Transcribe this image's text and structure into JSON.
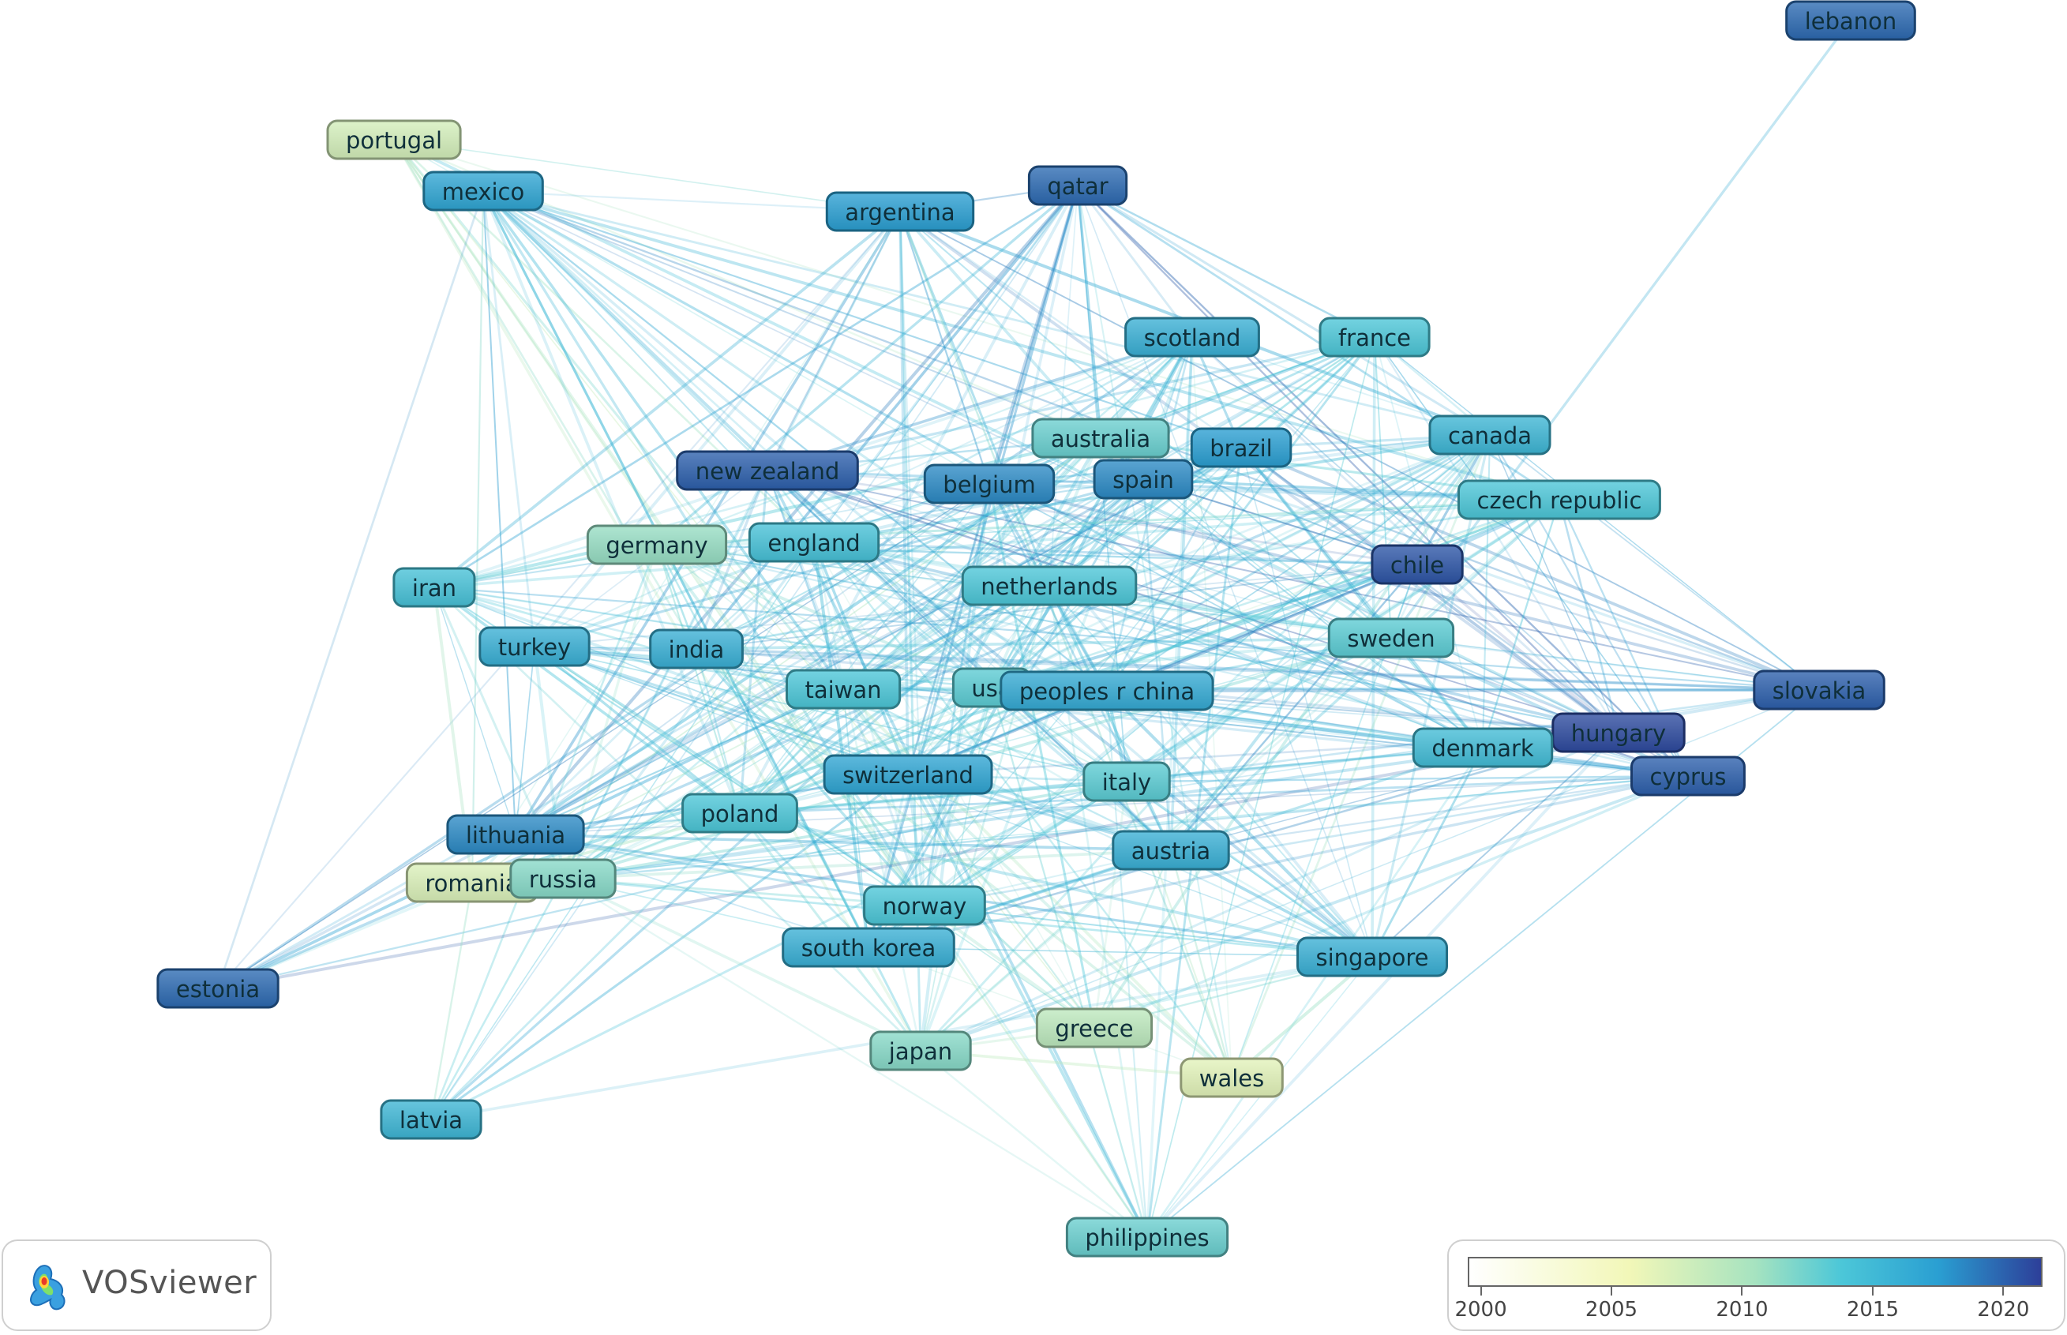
{
  "nodes": [
    {
      "id": "lebanon",
      "label": "lebanon",
      "year": 2019.5
    },
    {
      "id": "portugal",
      "label": "portugal",
      "year": 2007.5
    },
    {
      "id": "mexico",
      "label": "mexico",
      "year": 2016.5
    },
    {
      "id": "argentina",
      "label": "argentina",
      "year": 2017.0
    },
    {
      "id": "qatar",
      "label": "qatar",
      "year": 2019.5
    },
    {
      "id": "scotland",
      "label": "scotland",
      "year": 2015.5
    },
    {
      "id": "france",
      "label": "france",
      "year": 2013.5
    },
    {
      "id": "australia",
      "label": "australia",
      "year": 2012.5
    },
    {
      "id": "brazil",
      "label": "brazil",
      "year": 2017.0
    },
    {
      "id": "canada",
      "label": "canada",
      "year": 2015.0
    },
    {
      "id": "new-zealand",
      "label": "new zealand",
      "year": 2020.0
    },
    {
      "id": "belgium",
      "label": "belgium",
      "year": 2018.0
    },
    {
      "id": "spain",
      "label": "spain",
      "year": 2018.0
    },
    {
      "id": "czech-republic",
      "label": "czech republic",
      "year": 2013.5
    },
    {
      "id": "germany",
      "label": "germany",
      "year": 2011.0
    },
    {
      "id": "england",
      "label": "england",
      "year": 2014.0
    },
    {
      "id": "iran",
      "label": "iran",
      "year": 2014.0
    },
    {
      "id": "netherlands",
      "label": "netherlands",
      "year": 2013.5
    },
    {
      "id": "chile",
      "label": "chile",
      "year": 2020.5
    },
    {
      "id": "turkey",
      "label": "turkey",
      "year": 2015.5
    },
    {
      "id": "india",
      "label": "india",
      "year": 2015.5
    },
    {
      "id": "sweden",
      "label": "sweden",
      "year": 2013.0
    },
    {
      "id": "taiwan",
      "label": "taiwan",
      "year": 2013.5
    },
    {
      "id": "usa",
      "label": "usa",
      "year": 2013.0
    },
    {
      "id": "peoples-r-china",
      "label": "peoples r china",
      "year": 2016.0
    },
    {
      "id": "slovakia",
      "label": "slovakia",
      "year": 2020.0
    },
    {
      "id": "hungary",
      "label": "hungary",
      "year": 2021.0
    },
    {
      "id": "denmark",
      "label": "denmark",
      "year": 2014.5
    },
    {
      "id": "switzerland",
      "label": "switzerland",
      "year": 2016.5
    },
    {
      "id": "italy",
      "label": "italy",
      "year": 2013.0
    },
    {
      "id": "cyprus",
      "label": "cyprus",
      "year": 2020.0
    },
    {
      "id": "poland",
      "label": "poland",
      "year": 2013.5
    },
    {
      "id": "lithuania",
      "label": "lithuania",
      "year": 2018.0
    },
    {
      "id": "austria",
      "label": "austria",
      "year": 2015.5
    },
    {
      "id": "romania",
      "label": "romania",
      "year": 2007.0
    },
    {
      "id": "russia",
      "label": "russia",
      "year": 2011.5
    },
    {
      "id": "norway",
      "label": "norway",
      "year": 2013.5
    },
    {
      "id": "south-korea",
      "label": "south korea",
      "year": 2015.5
    },
    {
      "id": "singapore",
      "label": "singapore",
      "year": 2015.5
    },
    {
      "id": "estonia",
      "label": "estonia",
      "year": 2019.5
    },
    {
      "id": "greece",
      "label": "greece",
      "year": 2009.0
    },
    {
      "id": "japan",
      "label": "japan",
      "year": 2011.5
    },
    {
      "id": "wales",
      "label": "wales",
      "year": 2006.5
    },
    {
      "id": "latvia",
      "label": "latvia",
      "year": 2015.0
    },
    {
      "id": "philippines",
      "label": "philippines",
      "year": 2012.5
    }
  ],
  "legend": {
    "labels": [
      "2000",
      "2005",
      "2010",
      "2015",
      "2020"
    ],
    "min": 1999.5,
    "max": 2021.5
  },
  "brand": {
    "name": "VOSviewer"
  },
  "colors": {
    "scale": [
      "#ffffff",
      "#f2f7b8",
      "#a6e3c0",
      "#4cc7d8",
      "#2a9fd2",
      "#2d3f99"
    ]
  }
}
